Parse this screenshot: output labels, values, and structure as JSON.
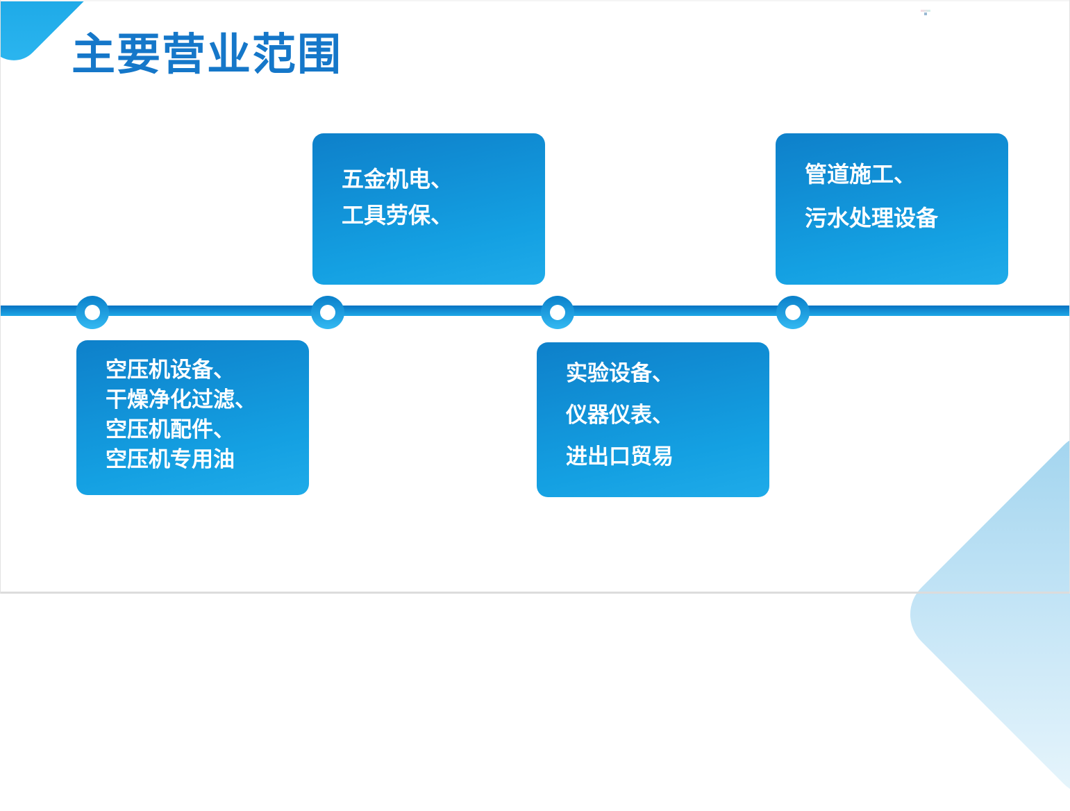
{
  "slide": {
    "title": "主要营业范围",
    "title_color": "#1577c9"
  },
  "timeline": {
    "cards": [
      {
        "placement": "below-line",
        "lines": [
          "空压机设备、",
          "干燥净化过滤、",
          "空压机配件、",
          "空压机专用油"
        ]
      },
      {
        "placement": "above-line",
        "lines": [
          "五金机电、",
          "工具劳保、"
        ]
      },
      {
        "placement": "below-line",
        "lines": [
          "实验设备、",
          "仪器仪表、",
          "进出口贸易"
        ]
      },
      {
        "placement": "above-line",
        "lines": [
          "管道施工、",
          "污水处理设备"
        ]
      }
    ],
    "node_count": 4
  },
  "colors": {
    "card_gradient_start": "#0e80ca",
    "card_gradient_end": "#1fabe9",
    "line_gradient_top": "#0873c2",
    "line_gradient_bottom": "#1ea7e6",
    "node_ring_top": "#0a80ca",
    "node_ring_bottom": "#33b9f2",
    "corner_top_left_start": "#0c89d4",
    "corner_top_left_end": "#2db7f0",
    "corner_bottom_right_start": "#9fd3ee",
    "corner_bottom_right_end": "#e9f6fc",
    "page_background": "#ffffff",
    "text_on_cards": "#ffffff"
  }
}
